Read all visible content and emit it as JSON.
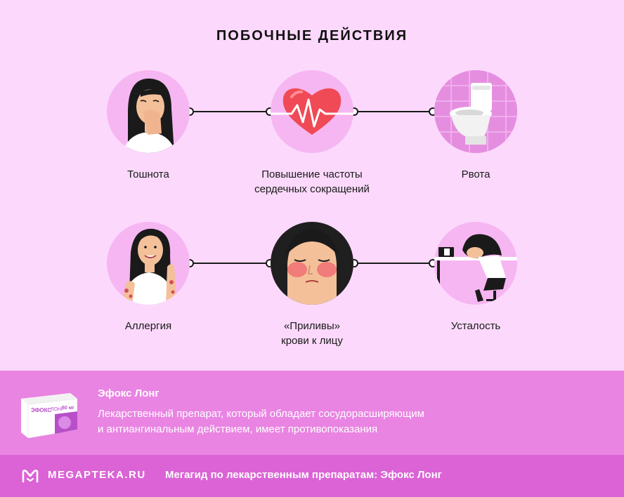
{
  "title": "ПОБОЧНЫЕ ДЕЙСТВИЯ",
  "effects": [
    {
      "label_lines": [
        "Тошнота"
      ],
      "icon": "nausea-woman-icon"
    },
    {
      "label_lines": [
        "Повышение частоты",
        "сердечных сокращений"
      ],
      "icon": "heartbeat-icon"
    },
    {
      "label_lines": [
        "Рвота"
      ],
      "icon": "toilet-icon"
    },
    {
      "label_lines": [
        "Аллергия"
      ],
      "icon": "allergy-woman-icon"
    },
    {
      "label_lines": [
        "«Приливы»",
        "крови к лицу"
      ],
      "icon": "flushed-face-icon"
    },
    {
      "label_lines": [
        "Усталость"
      ],
      "icon": "tired-woman-icon"
    }
  ],
  "drug": {
    "name": "Эфокс Лонг",
    "description_lines": [
      "Лекарственный препарат, который обладает сосудорасширяющим",
      "и антиангинальным действием, имеет противопоказания"
    ],
    "package_brand": "ЭФОКС",
    "package_sub": "ЛОНГ",
    "package_dose": "50 мг"
  },
  "footer": {
    "brand": "MEGAPTEKA.RU",
    "text": "Мегагид по лекарственным препаратам: Эфокс Лонг"
  },
  "colors": {
    "background": "#fcd9fc",
    "circle": "#f6b6f2",
    "info_band": "#e984e2",
    "footer": "#db63d6"
  }
}
